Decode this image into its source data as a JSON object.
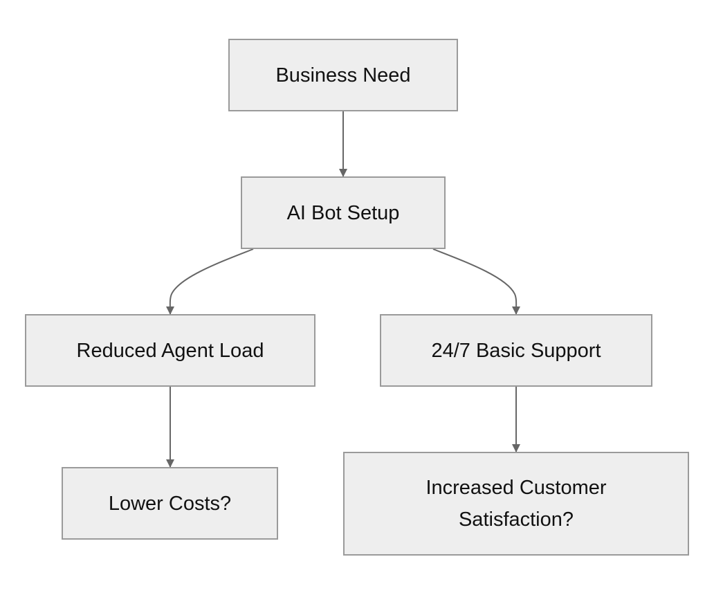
{
  "diagram": {
    "nodes": {
      "business_need": "Business Need",
      "ai_bot_setup": "AI Bot Setup",
      "reduced_agent_load": "Reduced Agent Load",
      "basic_support": "24/7 Basic Support",
      "lower_costs": "Lower Costs?",
      "customer_satisfaction": "Increased Customer Satisfaction?"
    },
    "edges": [
      {
        "from": "business_need",
        "to": "ai_bot_setup"
      },
      {
        "from": "ai_bot_setup",
        "to": "reduced_agent_load"
      },
      {
        "from": "ai_bot_setup",
        "to": "basic_support"
      },
      {
        "from": "reduced_agent_load",
        "to": "lower_costs"
      },
      {
        "from": "basic_support",
        "to": "customer_satisfaction"
      }
    ],
    "colors": {
      "node_fill": "#eeeeee",
      "node_border": "#9a9a9a",
      "edge": "#666666",
      "text": "#111111"
    }
  }
}
